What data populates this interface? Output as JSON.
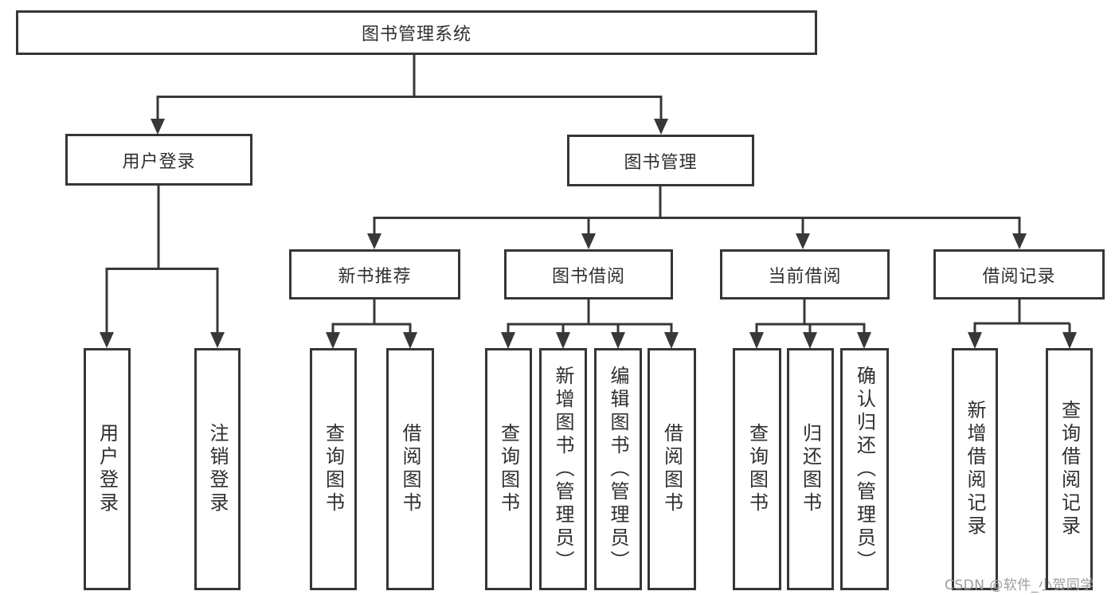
{
  "diagram": {
    "root": {
      "label": "图书管理系统"
    },
    "level2": [
      {
        "label": "用户登录"
      },
      {
        "label": "图书管理"
      }
    ],
    "level3": [
      {
        "label": "新书推荐"
      },
      {
        "label": "图书借阅"
      },
      {
        "label": "当前借阅"
      },
      {
        "label": "借阅记录"
      }
    ],
    "leaves": [
      {
        "label": "用户登录"
      },
      {
        "label": "注销登录"
      },
      {
        "label": "查询图书"
      },
      {
        "label": "借阅图书"
      },
      {
        "label": "查询图书"
      },
      {
        "label": "新增图书（管理员）"
      },
      {
        "label": "编辑图书（管理员）"
      },
      {
        "label": "借阅图书"
      },
      {
        "label": "查询图书"
      },
      {
        "label": "归还图书"
      },
      {
        "label": "确认归还（管理员）"
      },
      {
        "label": "新增借阅记录"
      },
      {
        "label": "查询借阅记录"
      }
    ],
    "watermark": "CSDN @软件_小贺同学",
    "colors": {
      "line": "#383838",
      "border": "#363636",
      "text": "#2f2f2f",
      "watermark": "#9d9d9d",
      "background": "#ffffff"
    }
  }
}
